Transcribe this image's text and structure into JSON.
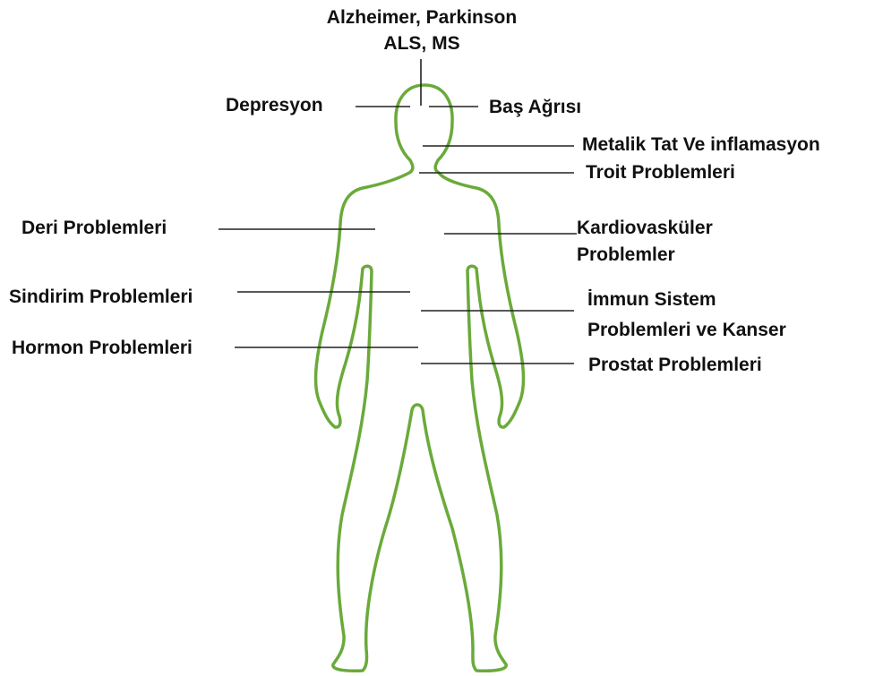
{
  "colors": {
    "outline": "#6aaa3a",
    "leader": "#222222",
    "text": "#111111"
  },
  "labels": {
    "neuro_line1": "Alzheimer, Parkinson",
    "neuro_line2": "ALS, MS",
    "depression": "Depresyon",
    "headache": "Baş Ağrısı",
    "metallic_taste": "Metalik Tat Ve inflamasyon",
    "thyroid": "Troit Problemleri",
    "skin": "Deri Problemleri",
    "cardio_line1": "Kardiovasküler",
    "cardio_line2": "Problemler",
    "digestive": "Sindirim Problemleri",
    "immune_line1": "İmmun Sistem",
    "immune_line2": "Problemleri ve Kanser",
    "hormone": "Hormon Problemleri",
    "prostate": "Prostat Problemleri"
  }
}
